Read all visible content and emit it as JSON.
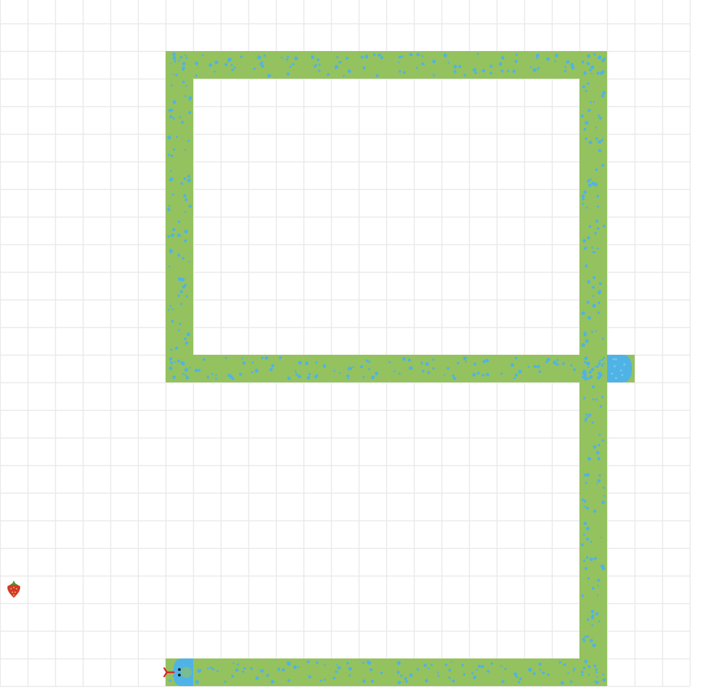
{
  "game": {
    "name": "snake",
    "grid": {
      "columns": 25,
      "rows": 25,
      "line_color": "#e9e9e9",
      "background": "#ffffff"
    },
    "snake": {
      "body_color": "#94c25e",
      "spot_color": "#4fb3e6",
      "head_color": "#4fb3e6",
      "tongue_color": "#d8262a",
      "head_cell": [
        6,
        23
      ],
      "heading": "left",
      "path": [
        [
          6,
          23
        ],
        [
          21,
          23
        ],
        [
          21,
          12
        ],
        [
          6,
          12
        ],
        [
          6,
          1
        ],
        [
          21,
          1
        ],
        [
          21,
          12
        ],
        [
          22,
          12
        ]
      ]
    },
    "food": {
      "type": "strawberry",
      "icon": "strawberry-icon",
      "cell": [
        0,
        20
      ],
      "color": "#d23a2a",
      "leaf_color": "#4c9a2a"
    }
  }
}
